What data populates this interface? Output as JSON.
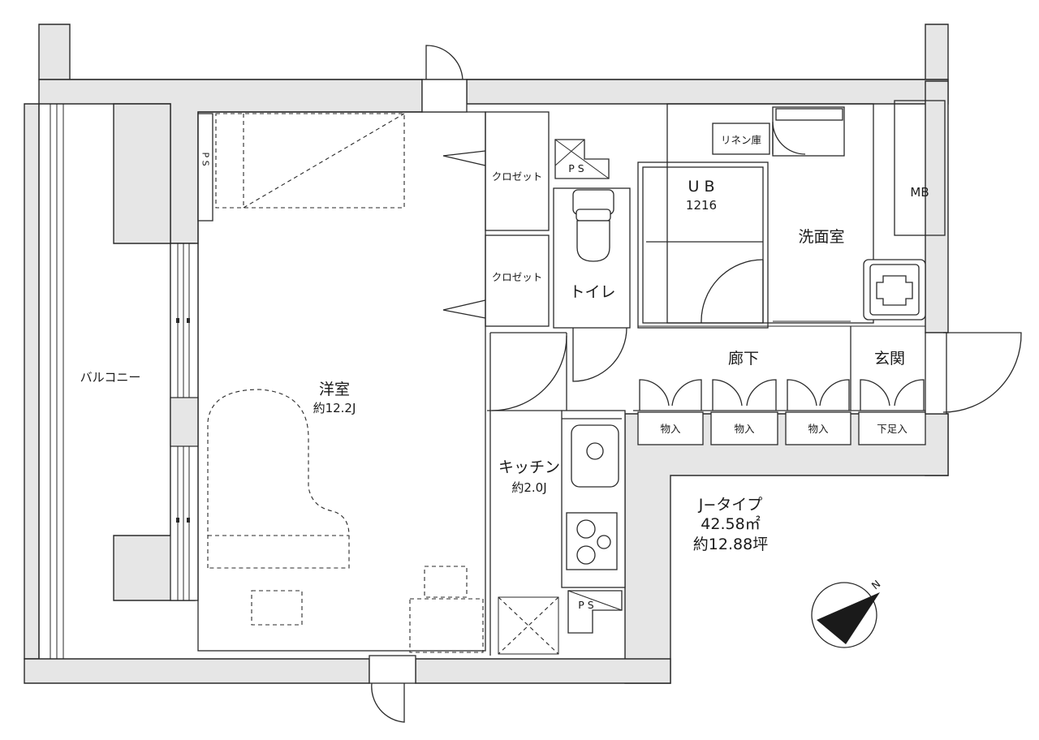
{
  "plan": {
    "rooms": {
      "western_room": {
        "name": "洋室",
        "area": "約12.2J"
      },
      "balcony": {
        "name": "バルコニー"
      },
      "closet_upper": {
        "name": "クロゼット"
      },
      "closet_lower": {
        "name": "クロゼット"
      },
      "toilet": {
        "name": "トイレ"
      },
      "bath": {
        "name": "U B",
        "size": "1216"
      },
      "washroom": {
        "name": "洗面室"
      },
      "linen": {
        "name": "リネン庫"
      },
      "meter_box": {
        "name": "MB"
      },
      "hallway": {
        "name": "廊下"
      },
      "entrance": {
        "name": "玄関"
      },
      "kitchen": {
        "name": "キッチン",
        "area": "約2.0J"
      },
      "storage_1": {
        "name": "物入"
      },
      "storage_2": {
        "name": "物入"
      },
      "storage_3": {
        "name": "物入"
      },
      "shoe_storage": {
        "name": "下足入"
      },
      "ps_left": {
        "name": "P S"
      },
      "ps_toilet": {
        "name": "P S"
      },
      "ps_kitchen": {
        "name": "P S"
      }
    },
    "summary": {
      "type": "J−タイプ",
      "area_sqm": "42.58㎡",
      "area_tsubo": "約12.88坪"
    },
    "compass": {
      "north": "N"
    }
  }
}
